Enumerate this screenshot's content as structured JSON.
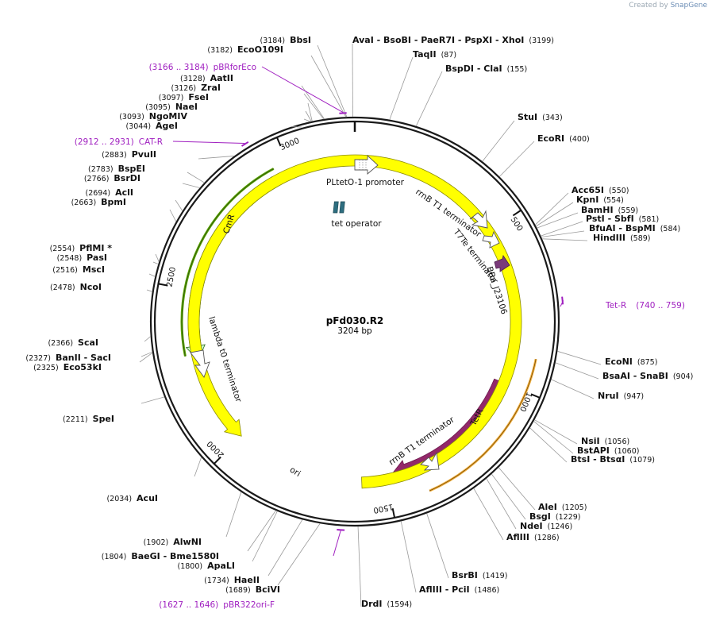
{
  "credit": {
    "prefix": "Created by",
    "brand": "SnapGene"
  },
  "plasmid": {
    "name": "pFd030.R2",
    "size": "3204 bp",
    "length": 3204
  },
  "ticks": [
    {
      "pos": 500,
      "label": "500"
    },
    {
      "pos": 1000,
      "label": "1000"
    },
    {
      "pos": 1500,
      "label": "1500"
    },
    {
      "pos": 2000,
      "label": "2000"
    },
    {
      "pos": 2500,
      "label": "2500"
    },
    {
      "pos": 3000,
      "label": "3000"
    }
  ],
  "sites": [
    {
      "pos": 3199,
      "label": "AvaI - BsoBI - PaeR7I - PspXI - XhoI"
    },
    {
      "pos": 3184,
      "label": "BbsI"
    },
    {
      "pos": 3182,
      "label": "EcoO109I"
    },
    {
      "pos": 3128,
      "label": "AatII"
    },
    {
      "pos": 3126,
      "label": "ZraI"
    },
    {
      "pos": 3097,
      "label": "FseI"
    },
    {
      "pos": 3095,
      "label": "NaeI"
    },
    {
      "pos": 3093,
      "label": "NgoMIV"
    },
    {
      "pos": 3044,
      "label": "AgeI"
    },
    {
      "pos": 87,
      "label": "TaqII"
    },
    {
      "pos": 155,
      "label": "BspDI - ClaI"
    },
    {
      "pos": 343,
      "label": "StuI"
    },
    {
      "pos": 400,
      "label": "EcoRI"
    },
    {
      "pos": 550,
      "label": "Acc65I"
    },
    {
      "pos": 554,
      "label": "KpnI"
    },
    {
      "pos": 559,
      "label": "BamHI"
    },
    {
      "pos": 581,
      "label": "PstI - SbfI"
    },
    {
      "pos": 584,
      "label": "BfuAI - BspMI"
    },
    {
      "pos": 589,
      "label": "HindIII"
    },
    {
      "pos": 875,
      "label": "EcoNI"
    },
    {
      "pos": 904,
      "label": "BsaAI - SnaBI"
    },
    {
      "pos": 947,
      "label": "NruI"
    },
    {
      "pos": 1056,
      "label": "NsiI"
    },
    {
      "pos": 1060,
      "label": "BstAPI"
    },
    {
      "pos": 1079,
      "label": "BtsI - BtsαI"
    },
    {
      "pos": 1205,
      "label": "AleI"
    },
    {
      "pos": 1229,
      "label": "BsgI"
    },
    {
      "pos": 1246,
      "label": "NdeI"
    },
    {
      "pos": 1286,
      "label": "AflIII"
    },
    {
      "pos": 1419,
      "label": "BsrBI"
    },
    {
      "pos": 1486,
      "label": "AflIII - PciI"
    },
    {
      "pos": 1594,
      "label": "DrdI"
    },
    {
      "pos": 1689,
      "label": "BciVI"
    },
    {
      "pos": 1734,
      "label": "HaeII"
    },
    {
      "pos": 1800,
      "label": "ApaLI"
    },
    {
      "pos": 1804,
      "label": "BaeGI - Bme1580I"
    },
    {
      "pos": 1902,
      "label": "AlwNI"
    },
    {
      "pos": 2034,
      "label": "AcuI"
    },
    {
      "pos": 2211,
      "label": "SpeI"
    },
    {
      "pos": 2325,
      "label": "Eco53kI"
    },
    {
      "pos": 2327,
      "label": "BanII - SacI"
    },
    {
      "pos": 2366,
      "label": "ScaI"
    },
    {
      "pos": 2478,
      "label": "NcoI"
    },
    {
      "pos": 2516,
      "label": "MscI"
    },
    {
      "pos": 2548,
      "label": "PasI"
    },
    {
      "pos": 2554,
      "label": "PflMI *"
    },
    {
      "pos": 2663,
      "label": "BpmI"
    },
    {
      "pos": 2694,
      "label": "AclI"
    },
    {
      "pos": 2766,
      "label": "BsrDI"
    },
    {
      "pos": 2783,
      "label": "BspEI"
    },
    {
      "pos": 2883,
      "label": "PvuII"
    }
  ],
  "primers": [
    {
      "range": "(3166 .. 3184)",
      "name": "pBRforEco",
      "start": 3166,
      "end": 3184
    },
    {
      "range": "(2912 .. 2931)",
      "name": "CAT-R",
      "start": 2912,
      "end": 2931
    },
    {
      "range": "(740 .. 759)",
      "name": "Tet-R",
      "start": 740,
      "end": 759
    },
    {
      "range": "(1627 .. 1646)",
      "name": "pBR322ori-F",
      "start": 1627,
      "end": 1646
    }
  ],
  "features": [
    {
      "name": "CmR",
      "start": 2940,
      "end": 2280,
      "dir": -1,
      "color": "#c8f7c5",
      "stroke": "#2d6a1e"
    },
    {
      "name": "TetR",
      "start": 1000,
      "end": 1480,
      "dir": 1,
      "color": "#93286a",
      "stroke": "#6d1c4e"
    },
    {
      "name": "ori",
      "start": 1580,
      "end": 2000,
      "dir": -1,
      "color": "#ffff00",
      "stroke": "#8a8a00"
    }
  ],
  "misc_features": [
    {
      "name": "PLtetO-1 promoter"
    },
    {
      "name": "tet operator"
    },
    {
      "name": "rrnB T1 terminator"
    },
    {
      "name": "T7Te terminator"
    },
    {
      "name": "BBa_J23106"
    },
    {
      "name": "rrnB T1 terminator"
    },
    {
      "name": "lambda t0 terminator"
    }
  ],
  "colors": {
    "backbone": "#1a1a1a",
    "primer": "#a020c0",
    "cmr_highlight": "#5aa800",
    "tetr_highlight": "#f0b040",
    "operator": "#2e6e80",
    "promoter_bba": "#7a3a7a"
  }
}
